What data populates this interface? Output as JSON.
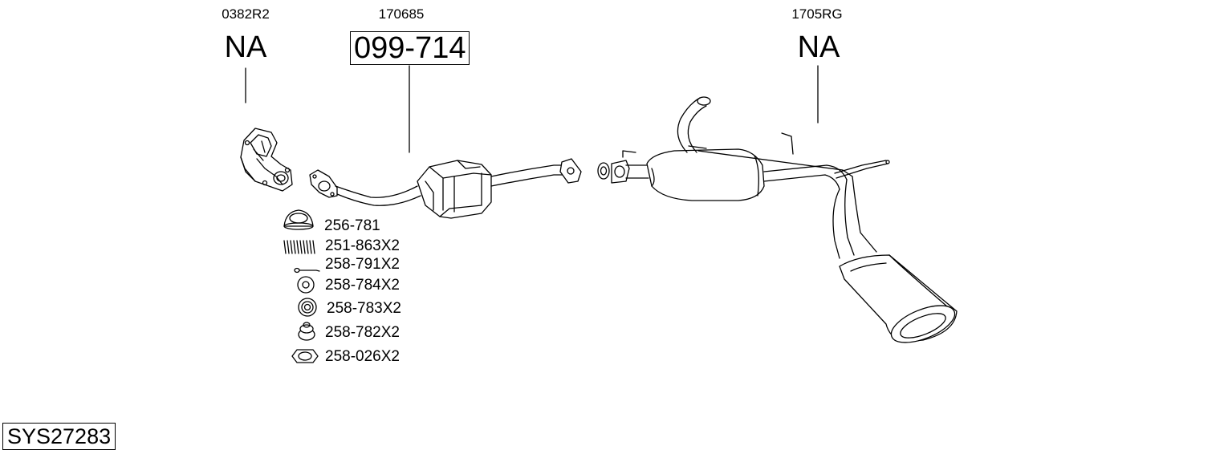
{
  "diagram": {
    "positions": [
      {
        "ref": "0382R2",
        "part": "NA"
      },
      {
        "ref": "170685",
        "part": "099-714"
      },
      {
        "ref": "1705RG",
        "part": "NA"
      }
    ],
    "accessories": [
      {
        "label": "256-781",
        "icon": "gasket-ring-icon"
      },
      {
        "label": "251-863X2",
        "icon": "spring-icon"
      },
      {
        "label": "258-791X2",
        "icon": "pin-icon"
      },
      {
        "label": "258-784X2",
        "icon": "washer-icon"
      },
      {
        "label": "258-783X2",
        "icon": "rubber-mount-icon"
      },
      {
        "label": "258-782X2",
        "icon": "bushing-icon"
      },
      {
        "label": "258-026X2",
        "icon": "hex-nut-icon"
      }
    ],
    "system_code": "SYS27283"
  }
}
